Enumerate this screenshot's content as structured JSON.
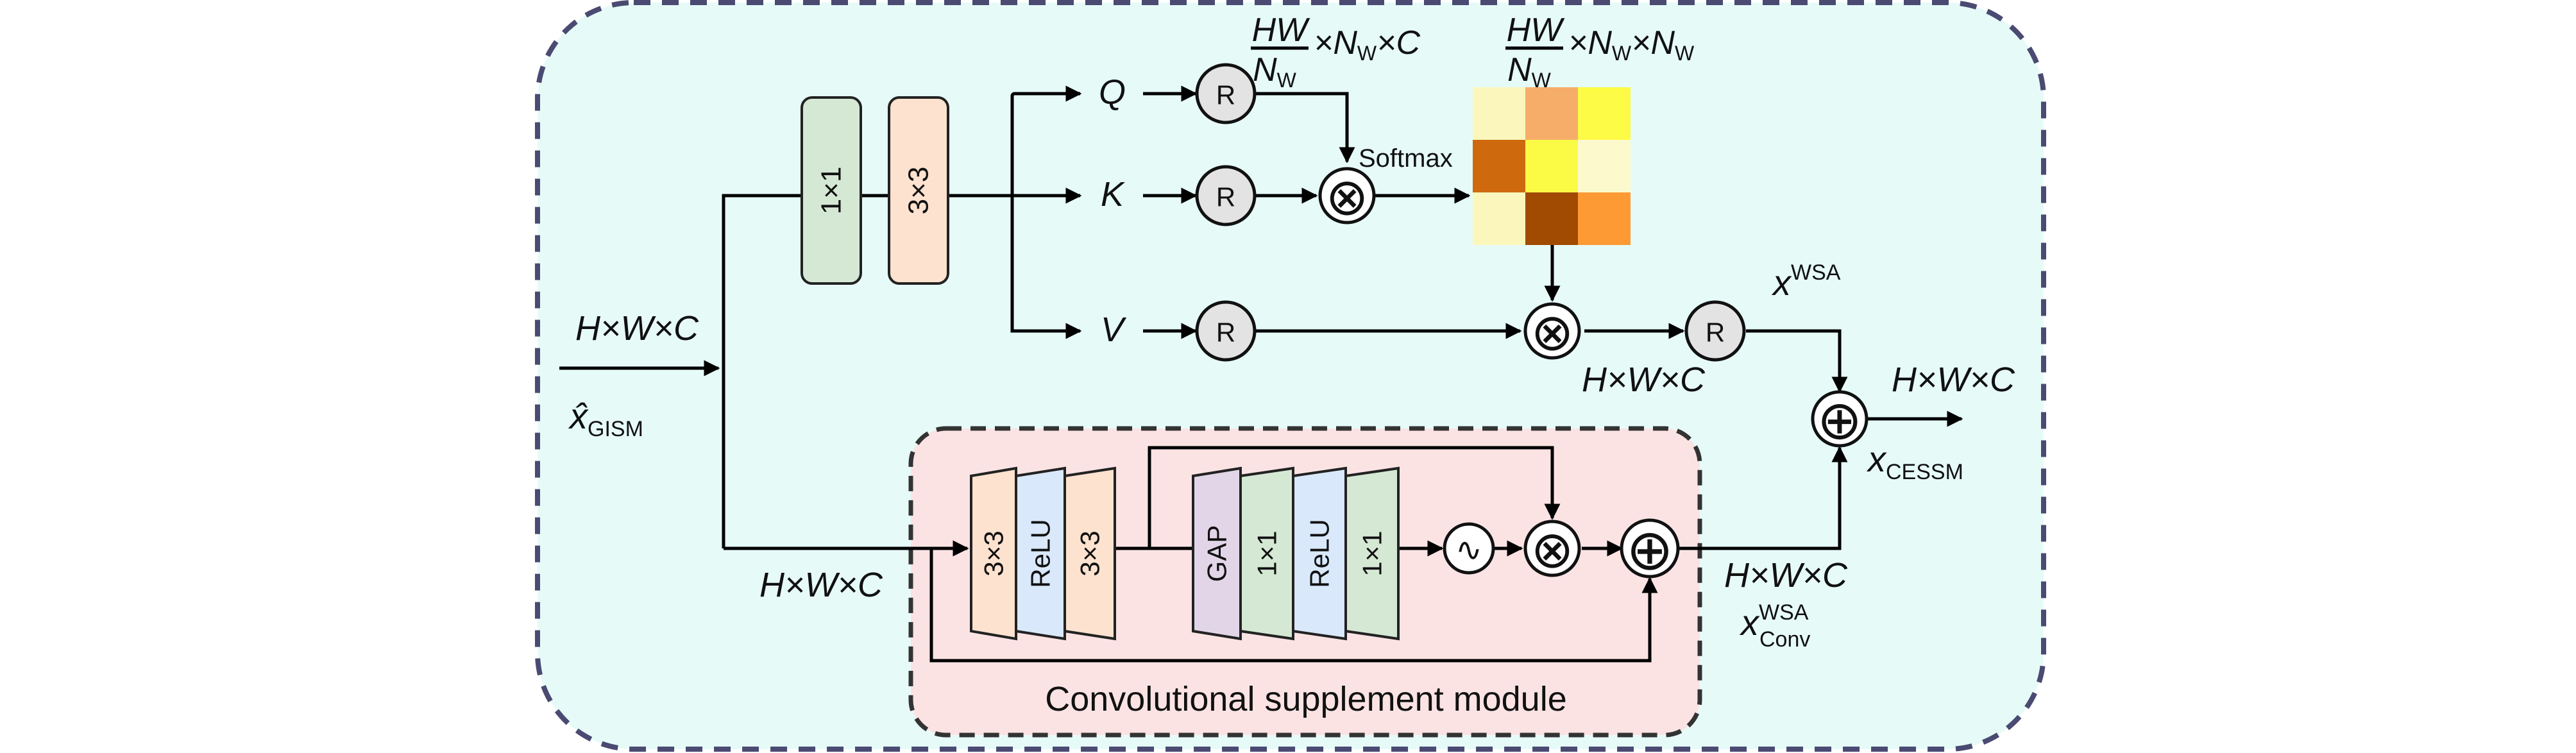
{
  "colors": {
    "outer_bg": "#e6fbf8",
    "outer_border": "#4a4a72",
    "csm_bg": "#fbe3e4",
    "csm_border": "#333333",
    "conv1x1": "#d5e8d4",
    "conv3x3": "#fde2cf",
    "relu": "#dae8fc",
    "gap": "#e1d5e7",
    "block_stroke": "#222222",
    "attn_matrix": [
      "#fbf7bc",
      "#f7ad6a",
      "#fdfb45",
      "#cf690e",
      "#fbfb46",
      "#fcfacd",
      "#fbf7bc",
      "#a04a02",
      "#fd9a33"
    ]
  },
  "blocks": {
    "conv1": "1×1",
    "conv3": "3×3",
    "csm_conv_a": "3×3",
    "csm_relu_a": "ReLU",
    "csm_conv_b": "3×3",
    "csm_gap": "GAP",
    "csm_conv_c": "1×1",
    "csm_relu_b": "ReLU",
    "csm_conv_d": "1×1"
  },
  "branches": {
    "q": "Q",
    "k": "K",
    "v": "V"
  },
  "ops": {
    "reshape": "R",
    "multiply": "⊗",
    "add": "⊕",
    "sigmoid": "∿",
    "softmax": "Softmax"
  },
  "dims": {
    "hwc": "H×W×C",
    "q_frac_num": "HW",
    "q_frac_den": "N",
    "q_frac_den_sub": "W",
    "q_rest_a": "×N",
    "q_rest_a_sub": "W",
    "q_rest_b": "×C",
    "attn_frac_num": "HW",
    "attn_frac_den": "N",
    "attn_frac_den_sub": "W",
    "attn_rest_a": "×N",
    "attn_rest_a_sub": "W",
    "attn_rest_b": "×N",
    "attn_rest_b_sub": "W"
  },
  "labels": {
    "input_var": "x̂",
    "input_sub": "GISM",
    "wsa_var": "x",
    "wsa_sup": "WSA",
    "output_var": "x",
    "output_sub": "CESSM",
    "conv_var": "x",
    "conv_sup": "WSA",
    "conv_sub": "Conv",
    "csm_title": "Convolutional supplement module"
  }
}
